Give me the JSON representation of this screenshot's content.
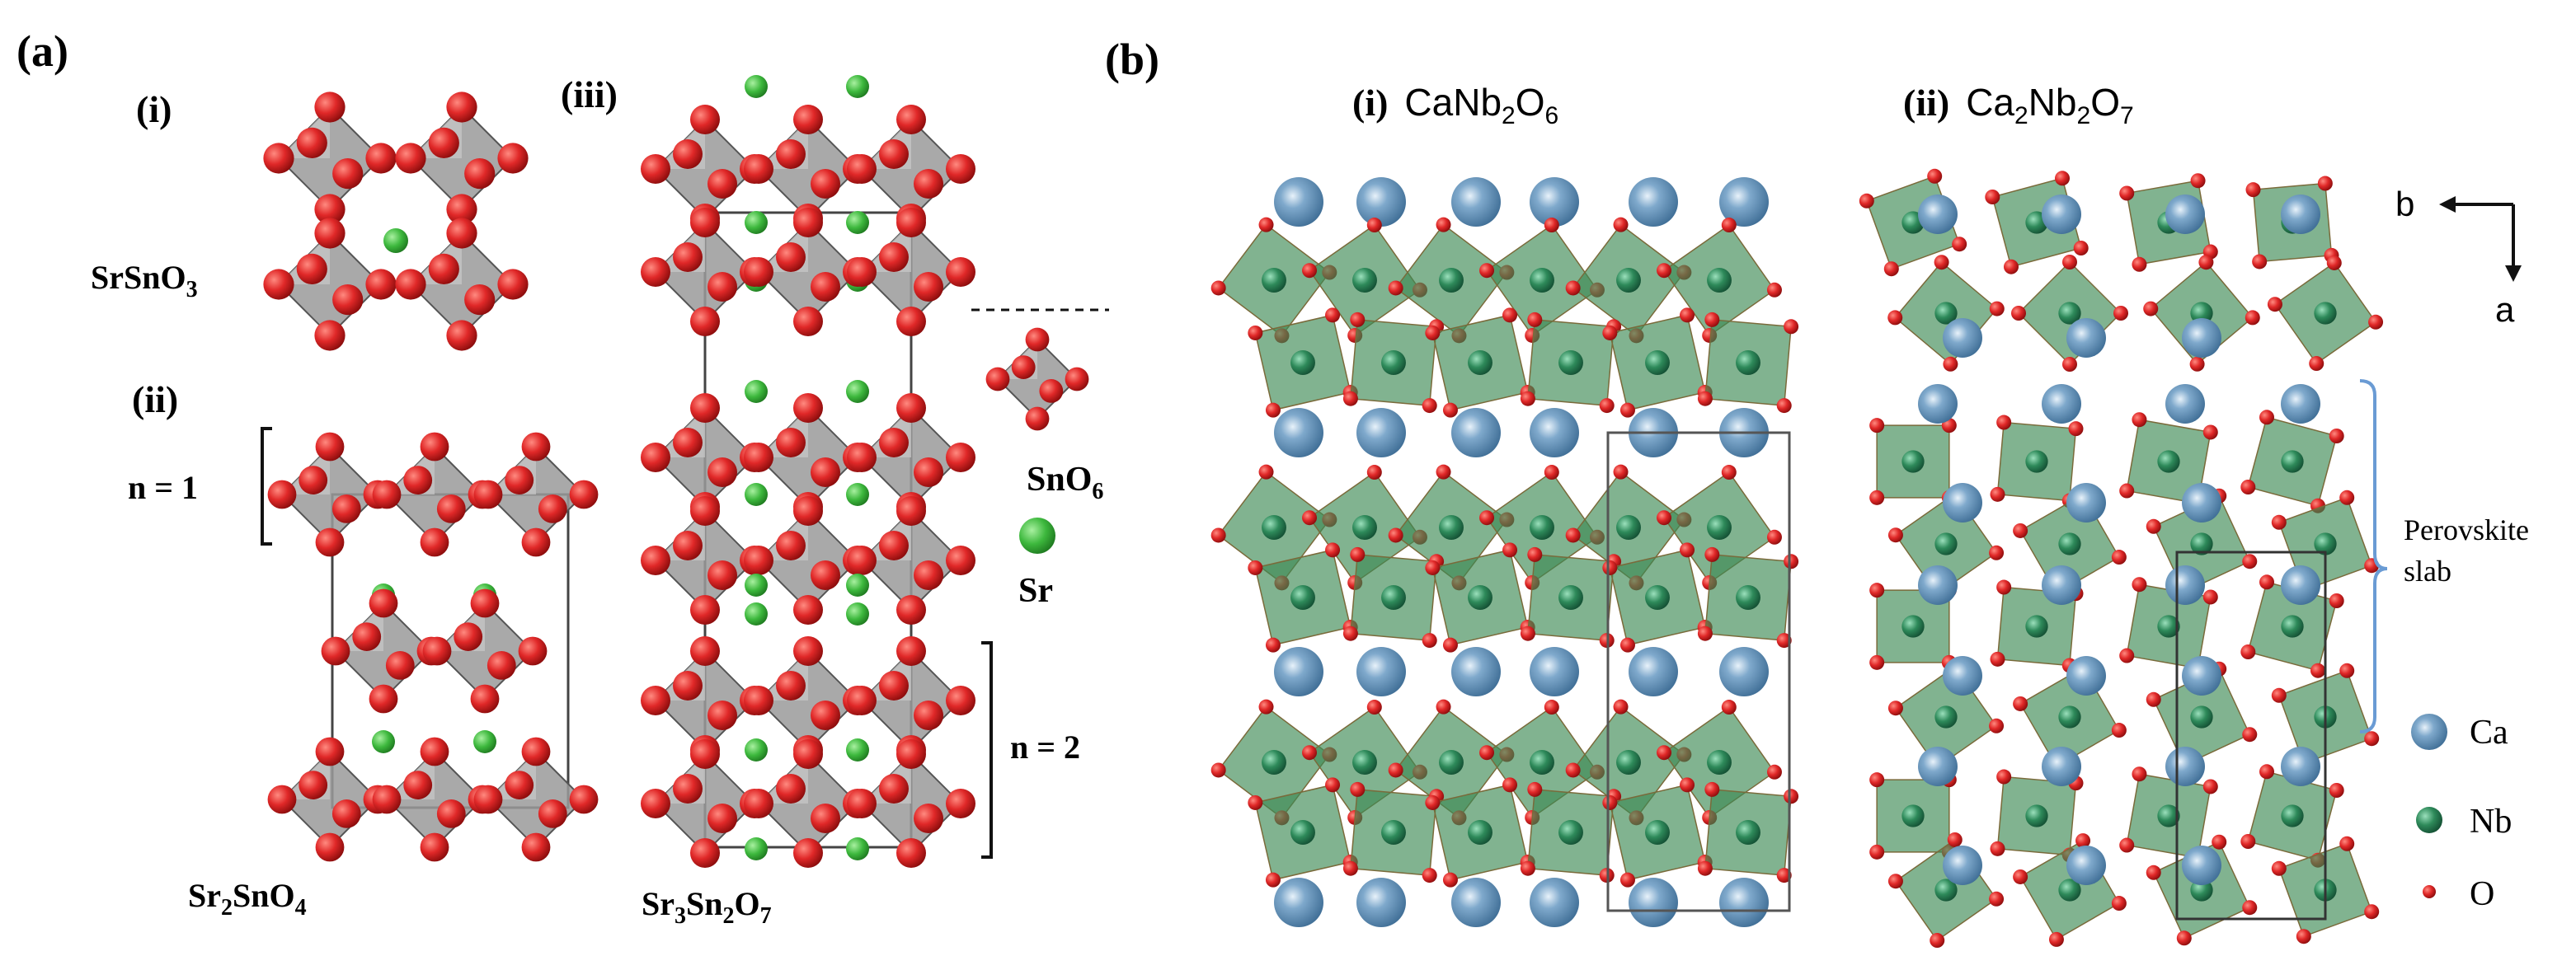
{
  "panel_a": {
    "label": "(a)",
    "sub_i": {
      "label": "(i)",
      "compound": "SrSnO",
      "sub": "3"
    },
    "sub_ii": {
      "label": "(ii)",
      "n_label": "n = 1",
      "compound_1": "Sr",
      "sub_1": "2",
      "compound_2": "SnO",
      "sub_2": "4"
    },
    "sub_iii": {
      "label": "(iii)",
      "n_label": "n = 2",
      "compound_1": "Sr",
      "sub_1": "3",
      "compound_2": "Sn",
      "sub_2": "2",
      "compound_3": "O",
      "sub_3": "7"
    },
    "legend": {
      "octa_label": "SnO",
      "octa_sub": "6",
      "sr_label": "Sr"
    }
  },
  "panel_b": {
    "label": "(b)",
    "sub_i": {
      "label": "(i)",
      "formula_1": "CaNb",
      "sub_1": "2",
      "formula_2": "O",
      "sub_2": "6"
    },
    "sub_ii": {
      "label": "(ii)",
      "formula_1": "Ca",
      "sub_1": "2",
      "formula_2": "Nb",
      "sub_2": "2",
      "formula_3": "O",
      "sub_3": "7"
    },
    "axes": {
      "b": "b",
      "a": "a"
    },
    "slab_label_1": "Perovskite",
    "slab_label_2": "slab",
    "legend": {
      "ca": "Ca",
      "nb": "Nb",
      "o": "O"
    }
  },
  "colors": {
    "oxygen": "#d62020",
    "sr_atom": "#3db83d",
    "sn_octahedron": "#9a9a9a",
    "ca_atom": "#5b8db8",
    "nb_octahedron": "#3e8a55",
    "nb_atom": "#2e8a5a",
    "bracket_blue": "#6a9bd4"
  }
}
